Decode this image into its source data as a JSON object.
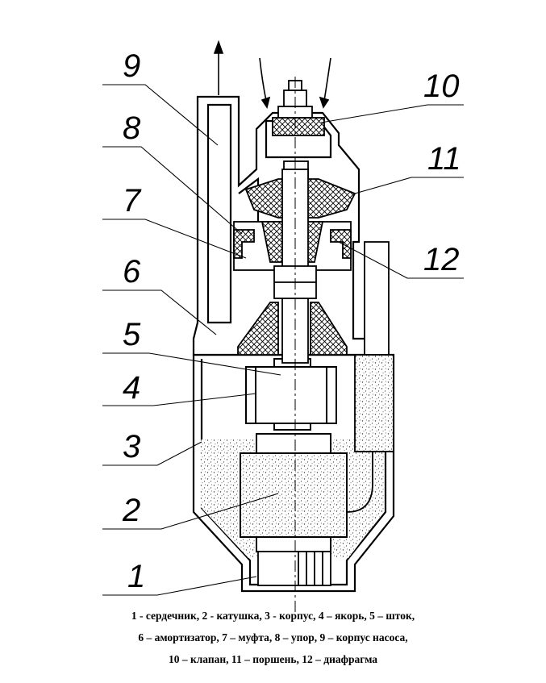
{
  "callouts": [
    {
      "number": "9"
    },
    {
      "number": "8"
    },
    {
      "number": "7"
    },
    {
      "number": "6"
    },
    {
      "number": "5"
    },
    {
      "number": "4"
    },
    {
      "number": "3"
    },
    {
      "number": "2"
    },
    {
      "number": "1"
    },
    {
      "number": "10"
    },
    {
      "number": "11"
    },
    {
      "number": "12"
    }
  ],
  "caption": {
    "line1": "1 - сердечник, 2 - катушка, 3 -  корпус, 4 – якорь, 5 – шток,",
    "line2": "6 – амортизатор, 7 – муфта, 8 – упор, 9 – корпус насоса,",
    "line3": "10 – клапан, 11 – поршень, 12 – диафрагма"
  }
}
